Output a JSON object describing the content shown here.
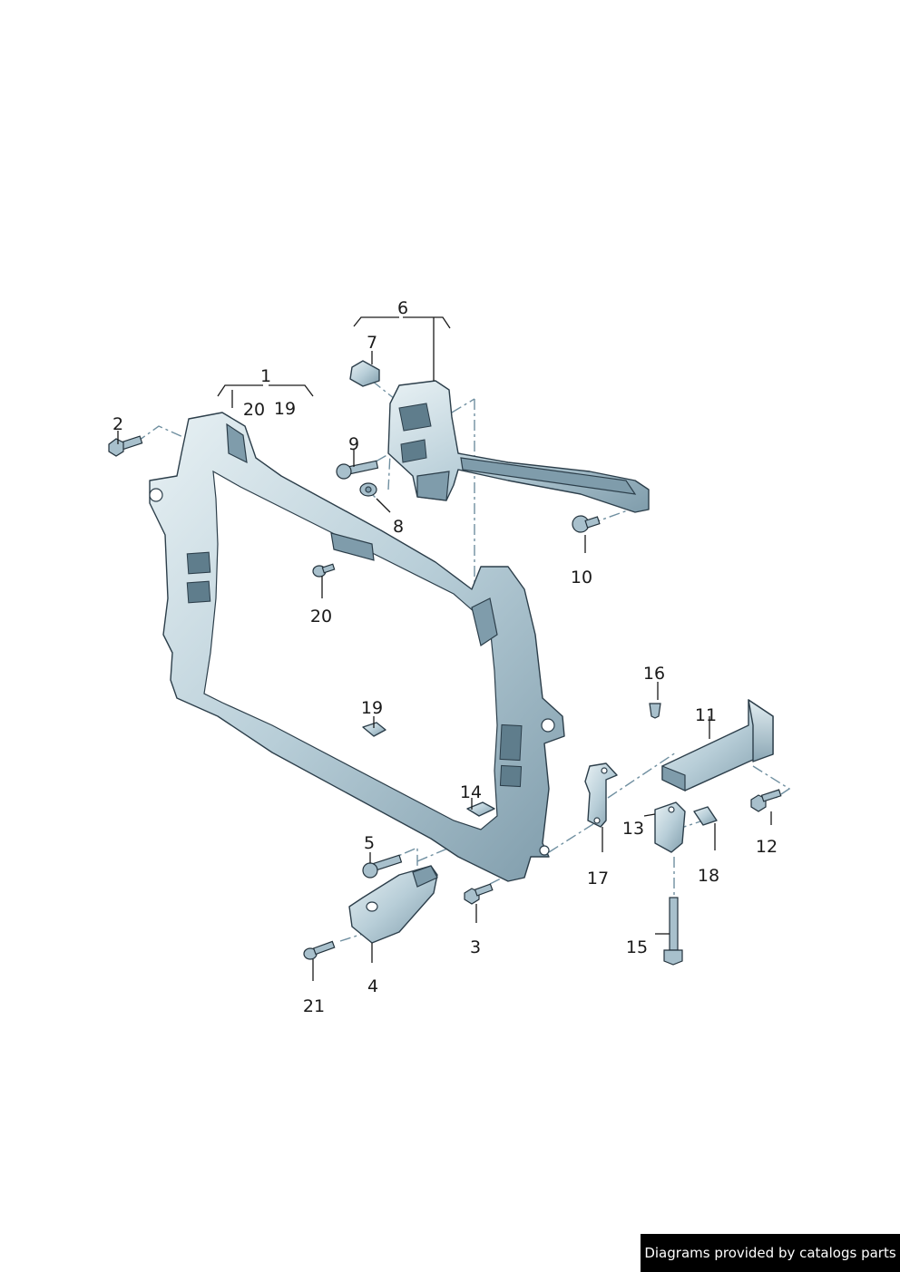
{
  "callouts": {
    "c1": "1",
    "c2": "2",
    "c3": "3",
    "c4": "4",
    "c5": "5",
    "c6": "6",
    "c7": "7",
    "c8": "8",
    "c9": "9",
    "c10": "10",
    "c11": "11",
    "c12": "12",
    "c13": "13",
    "c14": "14",
    "c15": "15",
    "c16": "16",
    "c17": "17",
    "c18": "18",
    "c19a": "19",
    "c19b": "19",
    "c20a": "20",
    "c20b": "20",
    "c21": "21"
  },
  "footer": {
    "text": "Diagrams provided by catalogs parts"
  },
  "colors": {
    "metal_light": "#dce9ee",
    "metal_dark": "#7f9cab",
    "outline": "#2c3e4a",
    "footer_bg": "#000000"
  }
}
